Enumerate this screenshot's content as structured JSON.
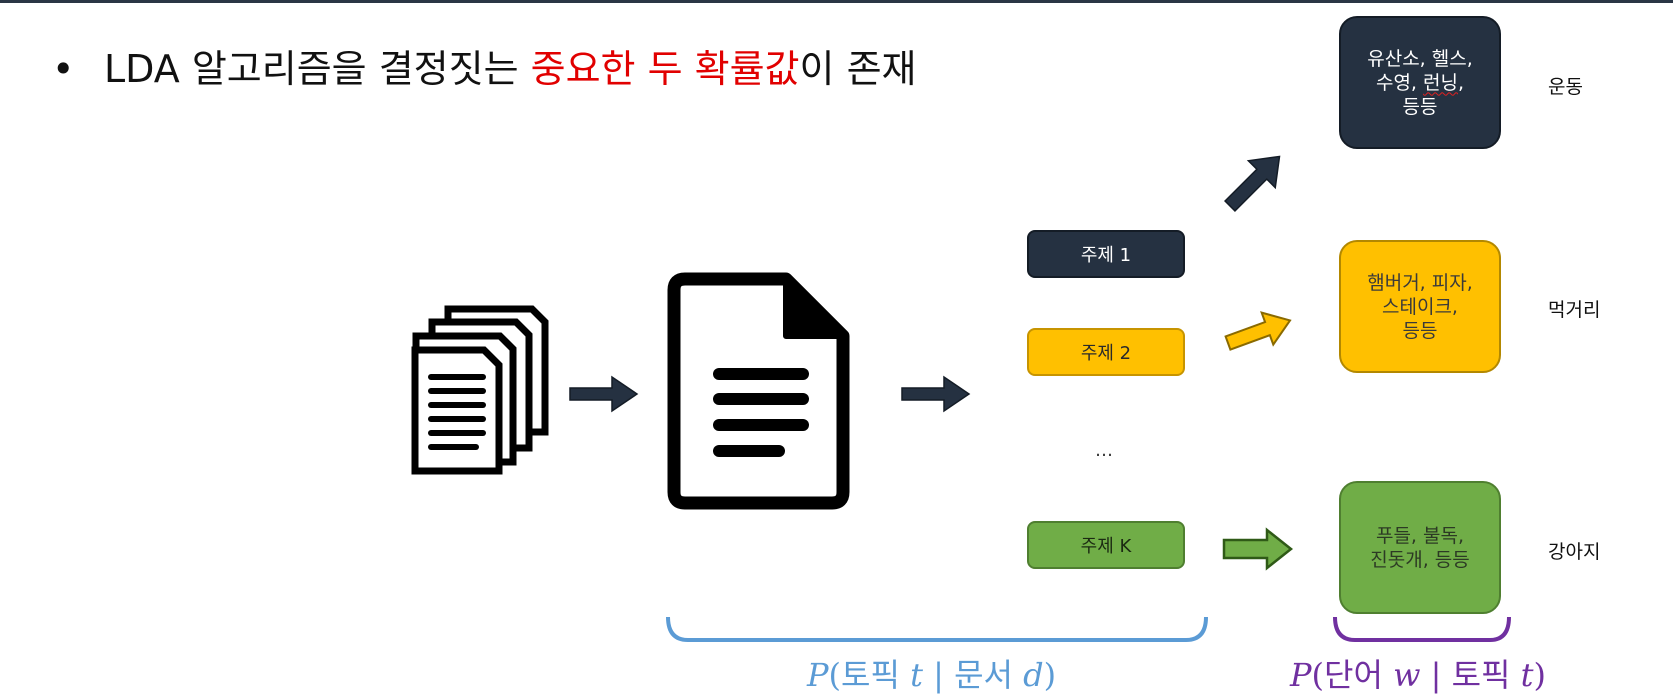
{
  "bullet": {
    "dot": "•",
    "prefix": "LDA 알고리즘을 결정짓는 ",
    "highlight": "중요한 두 확률값",
    "suffix": "이 존재",
    "highlight_color": "#e10000"
  },
  "topics": {
    "topic_1": "주제 1",
    "topic_2": "주제 2",
    "ellipsis": "…",
    "topic_k": "주제 K"
  },
  "word_groups": {
    "exercise": {
      "line1": "유산소, 헬스,",
      "line2_a": "수영, ",
      "line2_b": "런닝",
      "line2_c": ",",
      "line3": "등등"
    },
    "food": {
      "line1": "햄버거, 피자,",
      "line2": "스테이크,",
      "line3": "등등"
    },
    "dog": {
      "line1": "푸들, 불독,",
      "line2": "진돗개, 등등"
    }
  },
  "categories": {
    "exercise": "운동",
    "food": "먹거리",
    "dog": "강아지"
  },
  "formulas": {
    "topic_given_doc": {
      "p": "P",
      "open": "(",
      "word1": "토픽 ",
      "var1": "t",
      "bar": " | ",
      "word2": "문서 ",
      "var2": "d",
      "close": ")"
    },
    "word_given_topic": {
      "p": "P",
      "open": "(",
      "word1": "단어 ",
      "var1": "w",
      "bar": " | ",
      "word2": "토픽 ",
      "var2": "t",
      "close": ")"
    }
  },
  "colors": {
    "dark": "#253141",
    "yellow": "#ffc000",
    "green": "#70ad47",
    "brace_blue": "#5b9bd5",
    "brace_purple": "#7030a0"
  },
  "icons": [
    "documents-stack-icon",
    "document-icon",
    "arrow-right-icon",
    "brace-icon"
  ]
}
